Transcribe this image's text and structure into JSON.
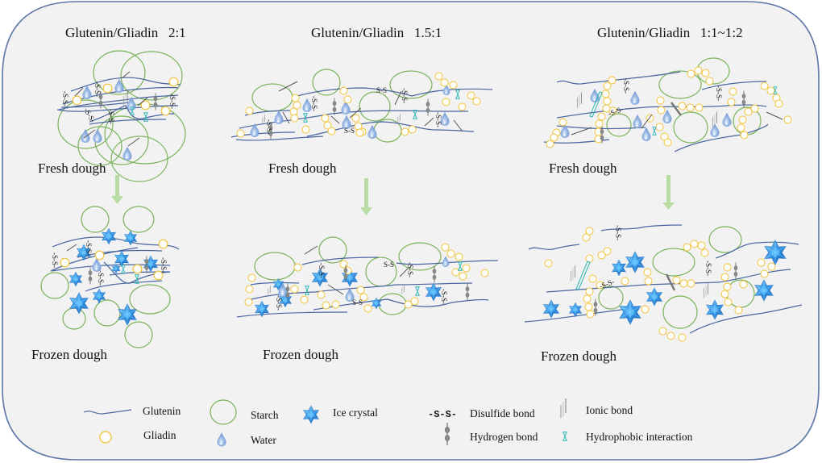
{
  "panels": [
    {
      "id": "ratio-2-1",
      "title": "Glutenin/Gliadin   2:1",
      "fresh_label": "Fresh dough",
      "frozen_label": "Frozen dough"
    },
    {
      "id": "ratio-1.5-1",
      "title": "Glutenin/Gliadin   1.5:1",
      "fresh_label": "Fresh dough",
      "frozen_label": "Frozen dough"
    },
    {
      "id": "ratio-1-1-to-1-2",
      "title": "Glutenin/Gliadin   1:1~1:2",
      "fresh_label": "Fresh dough",
      "frozen_label": "Frozen dough"
    }
  ],
  "legend": {
    "items": [
      {
        "icon": "glutenin-line-icon",
        "label": "Glutenin"
      },
      {
        "icon": "gliadin-circle-icon",
        "label": "Gliadin"
      },
      {
        "icon": "starch-circle-icon",
        "label": "Starch"
      },
      {
        "icon": "water-drop-icon",
        "label": "Water"
      },
      {
        "icon": "ice-crystal-icon",
        "label": "Ice crystal"
      },
      {
        "icon": "disulfide-bond-icon",
        "label": "Disulfide bond",
        "symbol": "-S-S-"
      },
      {
        "icon": "hydrogen-bond-icon",
        "label": "Hydrogen bond"
      },
      {
        "icon": "ionic-bond-icon",
        "label": "Ionic bond"
      },
      {
        "icon": "hydrophobic-interaction-icon",
        "label": "Hydrophobic interaction"
      }
    ]
  },
  "bond_labels": {
    "disulfide": "-S-S-",
    "disulfide_short": "S-S"
  },
  "colors": {
    "background": "#f2f2f2",
    "border": "#5b76a8",
    "glutenin": "#4a66a0",
    "gliadin_stroke": "#f2c12e",
    "starch": "#7ab35a",
    "water": "#8fb0e0",
    "ice": "#2f8fe0",
    "arrow": "#b9dca4",
    "hydrophobic": "#2fb5b5",
    "bond_grey": "#777777"
  }
}
